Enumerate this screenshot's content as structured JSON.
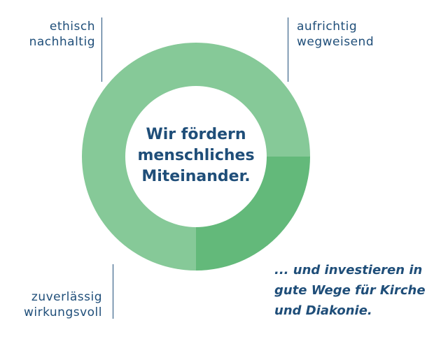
{
  "labels": {
    "top_left": [
      "ethisch",
      "nachhaltig"
    ],
    "top_right": [
      "aufrichtig",
      "wegweisend"
    ],
    "bottom_left": [
      "zuverlässig",
      "wirkungsvoll"
    ]
  },
  "center": {
    "lines": [
      "Wir fördern",
      "menschliches",
      "Miteinander."
    ]
  },
  "tagline": {
    "lines": [
      "... und investieren in",
      "gute Wege für Kirche",
      "und Diakonie."
    ]
  },
  "colors": {
    "text": "#1f4e79",
    "ring_light": "#86c998",
    "ring_highlight": "#63b97a"
  },
  "ring_segments": [
    {
      "fraction": 0.75,
      "color": "#86c998"
    },
    {
      "fraction": 0.25,
      "color": "#63b97a"
    }
  ]
}
